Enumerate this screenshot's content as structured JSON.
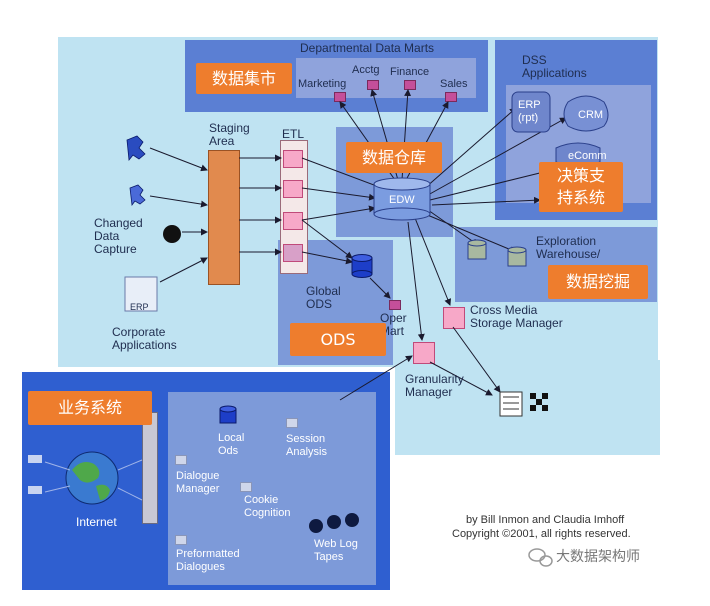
{
  "overlays": {
    "data_mart": "数据集市",
    "warehouse": "数据仓库",
    "dss": "决策支\n持系统",
    "mining": "数据挖掘",
    "ods": "ODS",
    "business": "业务系统"
  },
  "labels": {
    "dept_marts": "Departmental Data Marts",
    "marketing": "Marketing",
    "acctg": "Acctg",
    "finance": "Finance",
    "sales": "Sales",
    "dss_apps": "DSS\nApplications",
    "erp_rpt": "ERP\n(rpt)",
    "crm": "CRM",
    "ecomm": "eComm",
    "staging": "Staging\nArea",
    "etl": "ETL",
    "edw": "EDW",
    "changed_capture": "Changed\nData\nCapture",
    "erp": "ERP",
    "corp_apps": "Corporate\nApplications",
    "exploration": "Exploration\nWarehouse/",
    "global_ods": "Global\nODS",
    "oper_mart": "Oper\nMart",
    "cross_media": "Cross Media\nStorage Manager",
    "granularity": "Granularity\nManager",
    "local_ods": "Local\nOds",
    "session": "Session\nAnalysis",
    "dialogue_mgr": "Dialogue\nManager",
    "cookie": "Cookie\nCognition",
    "internet": "Internet",
    "preformatted": "Preformatted\nDialogues",
    "weblog": "Web Log\nTapes",
    "credit1": "by Bill Inmon and Claudia Imhoff",
    "credit2": "Copyright ©2001, all rights reserved.",
    "watermark": "大数据架构师"
  }
}
